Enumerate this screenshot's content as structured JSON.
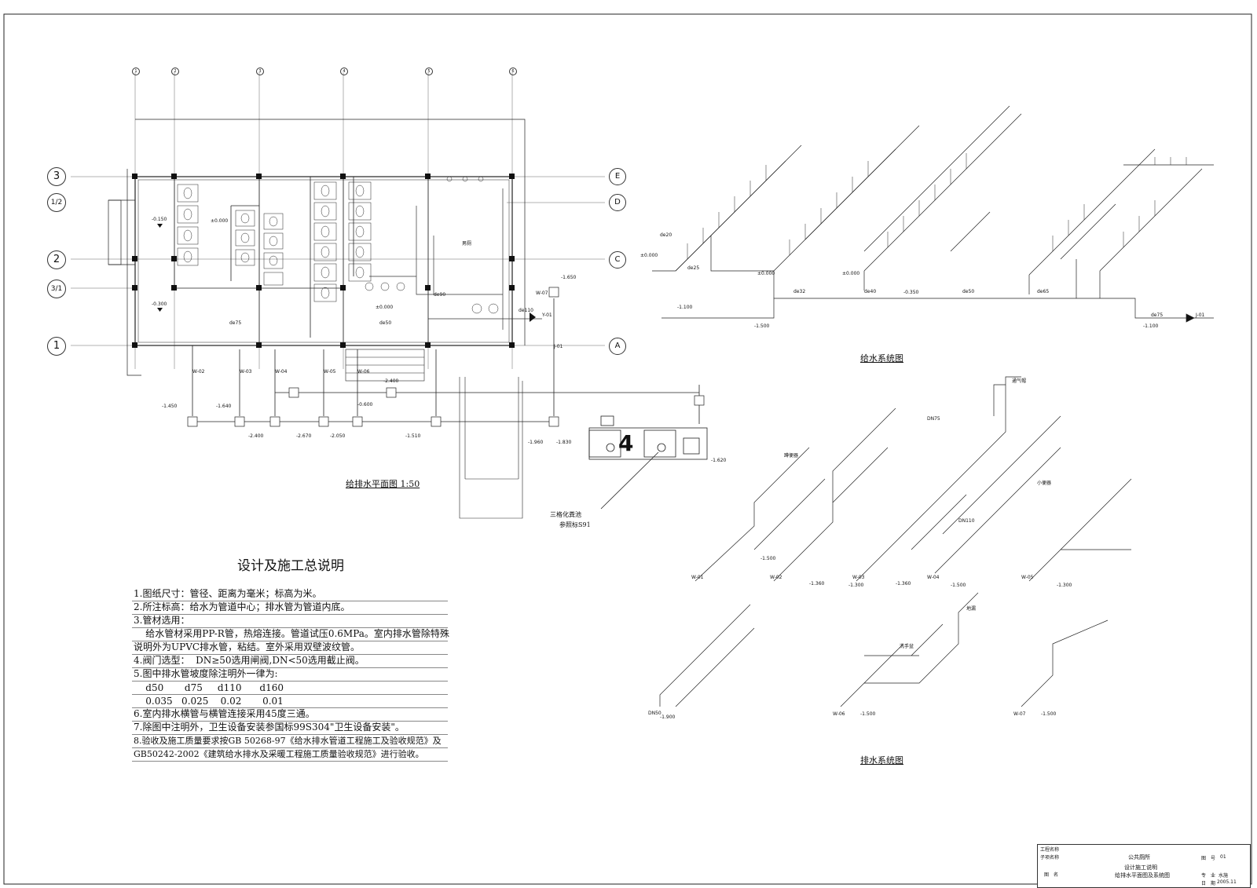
{
  "plan": {
    "col_markers": [
      "1",
      "2",
      "3",
      "4",
      "5",
      "6"
    ],
    "row_markers": [
      "3",
      "1/2",
      "2",
      "3/1",
      "1"
    ],
    "right_markers": [
      "E",
      "D",
      "C",
      "A"
    ],
    "title": "给排水平面图 1:50",
    "levels": [
      "-0.150",
      "±0.000",
      "-0.300",
      "±0.000",
      "-1.650",
      "-0.600"
    ],
    "room_label": "男厕",
    "pipe_labels": [
      "de75",
      "de50",
      "de90",
      "de110"
    ],
    "outlet_labels": [
      "Y-01",
      "W-02",
      "W-03",
      "W-04",
      "W-05",
      "W-06",
      "W-07",
      "J-01"
    ],
    "sewer_labels": [
      "-1.450",
      "-1.640",
      "-2.400",
      "-2.670",
      "-2.050",
      "-2.400",
      "-1.510",
      "-1.960",
      "-1.830",
      "-1.620"
    ],
    "tank_label_1": "三格化粪池",
    "tank_label_2": "参照标S91",
    "tank_mark": "4"
  },
  "notes": {
    "title": "设计及施工总说明",
    "lines": [
      "1.图纸尺寸：管径、距离为毫米；标高为米。",
      "2.所注标高：给水为管道中心；排水管为管道内底。",
      "3.管材选用：",
      "    给水管材采用PP-R管，热熔连接。管道试压0.6MPa。室内排水管除特殊",
      "说明外为UPVC排水管，粘结。室外采用双壁波纹管。",
      "4.阀门选型：  DN≥50选用闸阀,DN<50选用截止阀。",
      "5.图中排水管坡度除注明外一律为:",
      "    d50       d75     d110      d160",
      "    0.035   0.025    0.02       0.01",
      "6.室内排水横管与横管连接采用45度三通。",
      "7.除图中注明外，卫生设备安装参国标99S304\"卫生设备安装\"。",
      "8.验收及施工质量要求按GB 50268-97《给水排水管道工程施工及验收规范》及",
      "GB50242-2002《建筑给水排水及采暖工程施工质量验收规范》进行验收。"
    ]
  },
  "water_system": {
    "title": "给水系统图",
    "levels": [
      "±0.000",
      "±0.000",
      "±0.000",
      "-0.350",
      "-1.100",
      "-1.500",
      "-1.100"
    ],
    "pipe_labels": [
      "de20",
      "de25",
      "de32",
      "de40",
      "de50",
      "de65",
      "de75"
    ],
    "inlet_label": "J-01"
  },
  "drain_system": {
    "title": "排水系统图",
    "levels": [
      "-1.500",
      "-1.360",
      "-1.360",
      "-1.500",
      "-1.300",
      "-1.300",
      "-1.500",
      "-1.900",
      "-1.500"
    ],
    "pipe_labels": [
      "DN75",
      "DN110",
      "DN50"
    ],
    "stack_labels": [
      "W-01",
      "W-02",
      "W-03",
      "W-04",
      "W-05",
      "W-06",
      "W-07"
    ],
    "vent_label": "通气帽",
    "fixture_labels": [
      "蹲便器",
      "小便器",
      "地漏",
      "洗手盆"
    ]
  },
  "title_block": {
    "project_label": "工程名称",
    "subproject_label": "子项名称",
    "drawing_label": "图　名",
    "project_name": "公共厕所",
    "drawing_name_1": "设计施工说明",
    "drawing_name_2": "给排水平面图及系统图",
    "field_1_label": "图　号",
    "field_1_value": "01",
    "field_2_label": "专　业",
    "field_2_value": "水施",
    "field_3_label": "日　期",
    "field_3_value": "2005.11"
  }
}
